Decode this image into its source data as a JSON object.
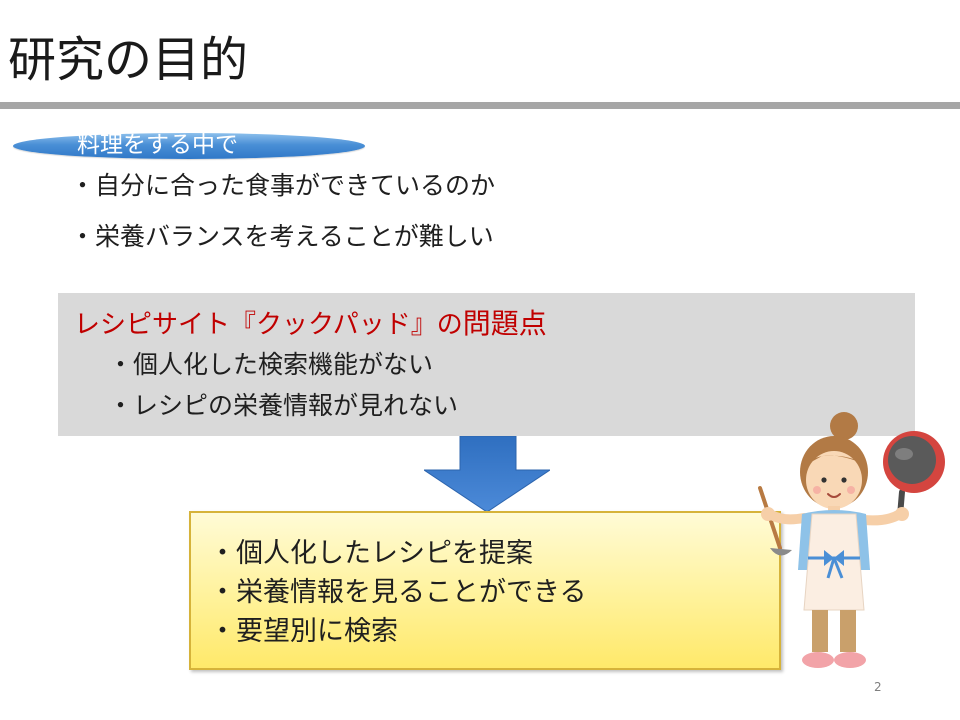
{
  "slide": {
    "title": "研究の目的",
    "page_number": "2"
  },
  "context": {
    "label": "料理をする中で",
    "bullets": [
      "・自分に合った食事ができているのか",
      "・栄養バランスを考えることが難しい"
    ]
  },
  "problem": {
    "heading_prefix": "レシピサイト『クックパッド』の",
    "heading_emphasis": "問題点",
    "items": [
      "・個人化した検索機能がない",
      "・レシピの栄養情報が見れない"
    ]
  },
  "solution": {
    "items": [
      "・個人化したレシピを提案",
      "・栄養情報を見ることができる",
      "・要望別に検索"
    ]
  },
  "colors": {
    "title_rule": "#a6a6a6",
    "pill_blue": "#4a8fd6",
    "problem_box": "#d9d9d9",
    "problem_heading": "#c00000",
    "solution_fill": "#fff29a",
    "solution_border": "#d6b33a",
    "arrow_blue": "#3f7fcc"
  },
  "icons": {
    "arrow": "down-arrow-icon",
    "illustration": "woman-cooking-with-frying-pan-icon"
  }
}
